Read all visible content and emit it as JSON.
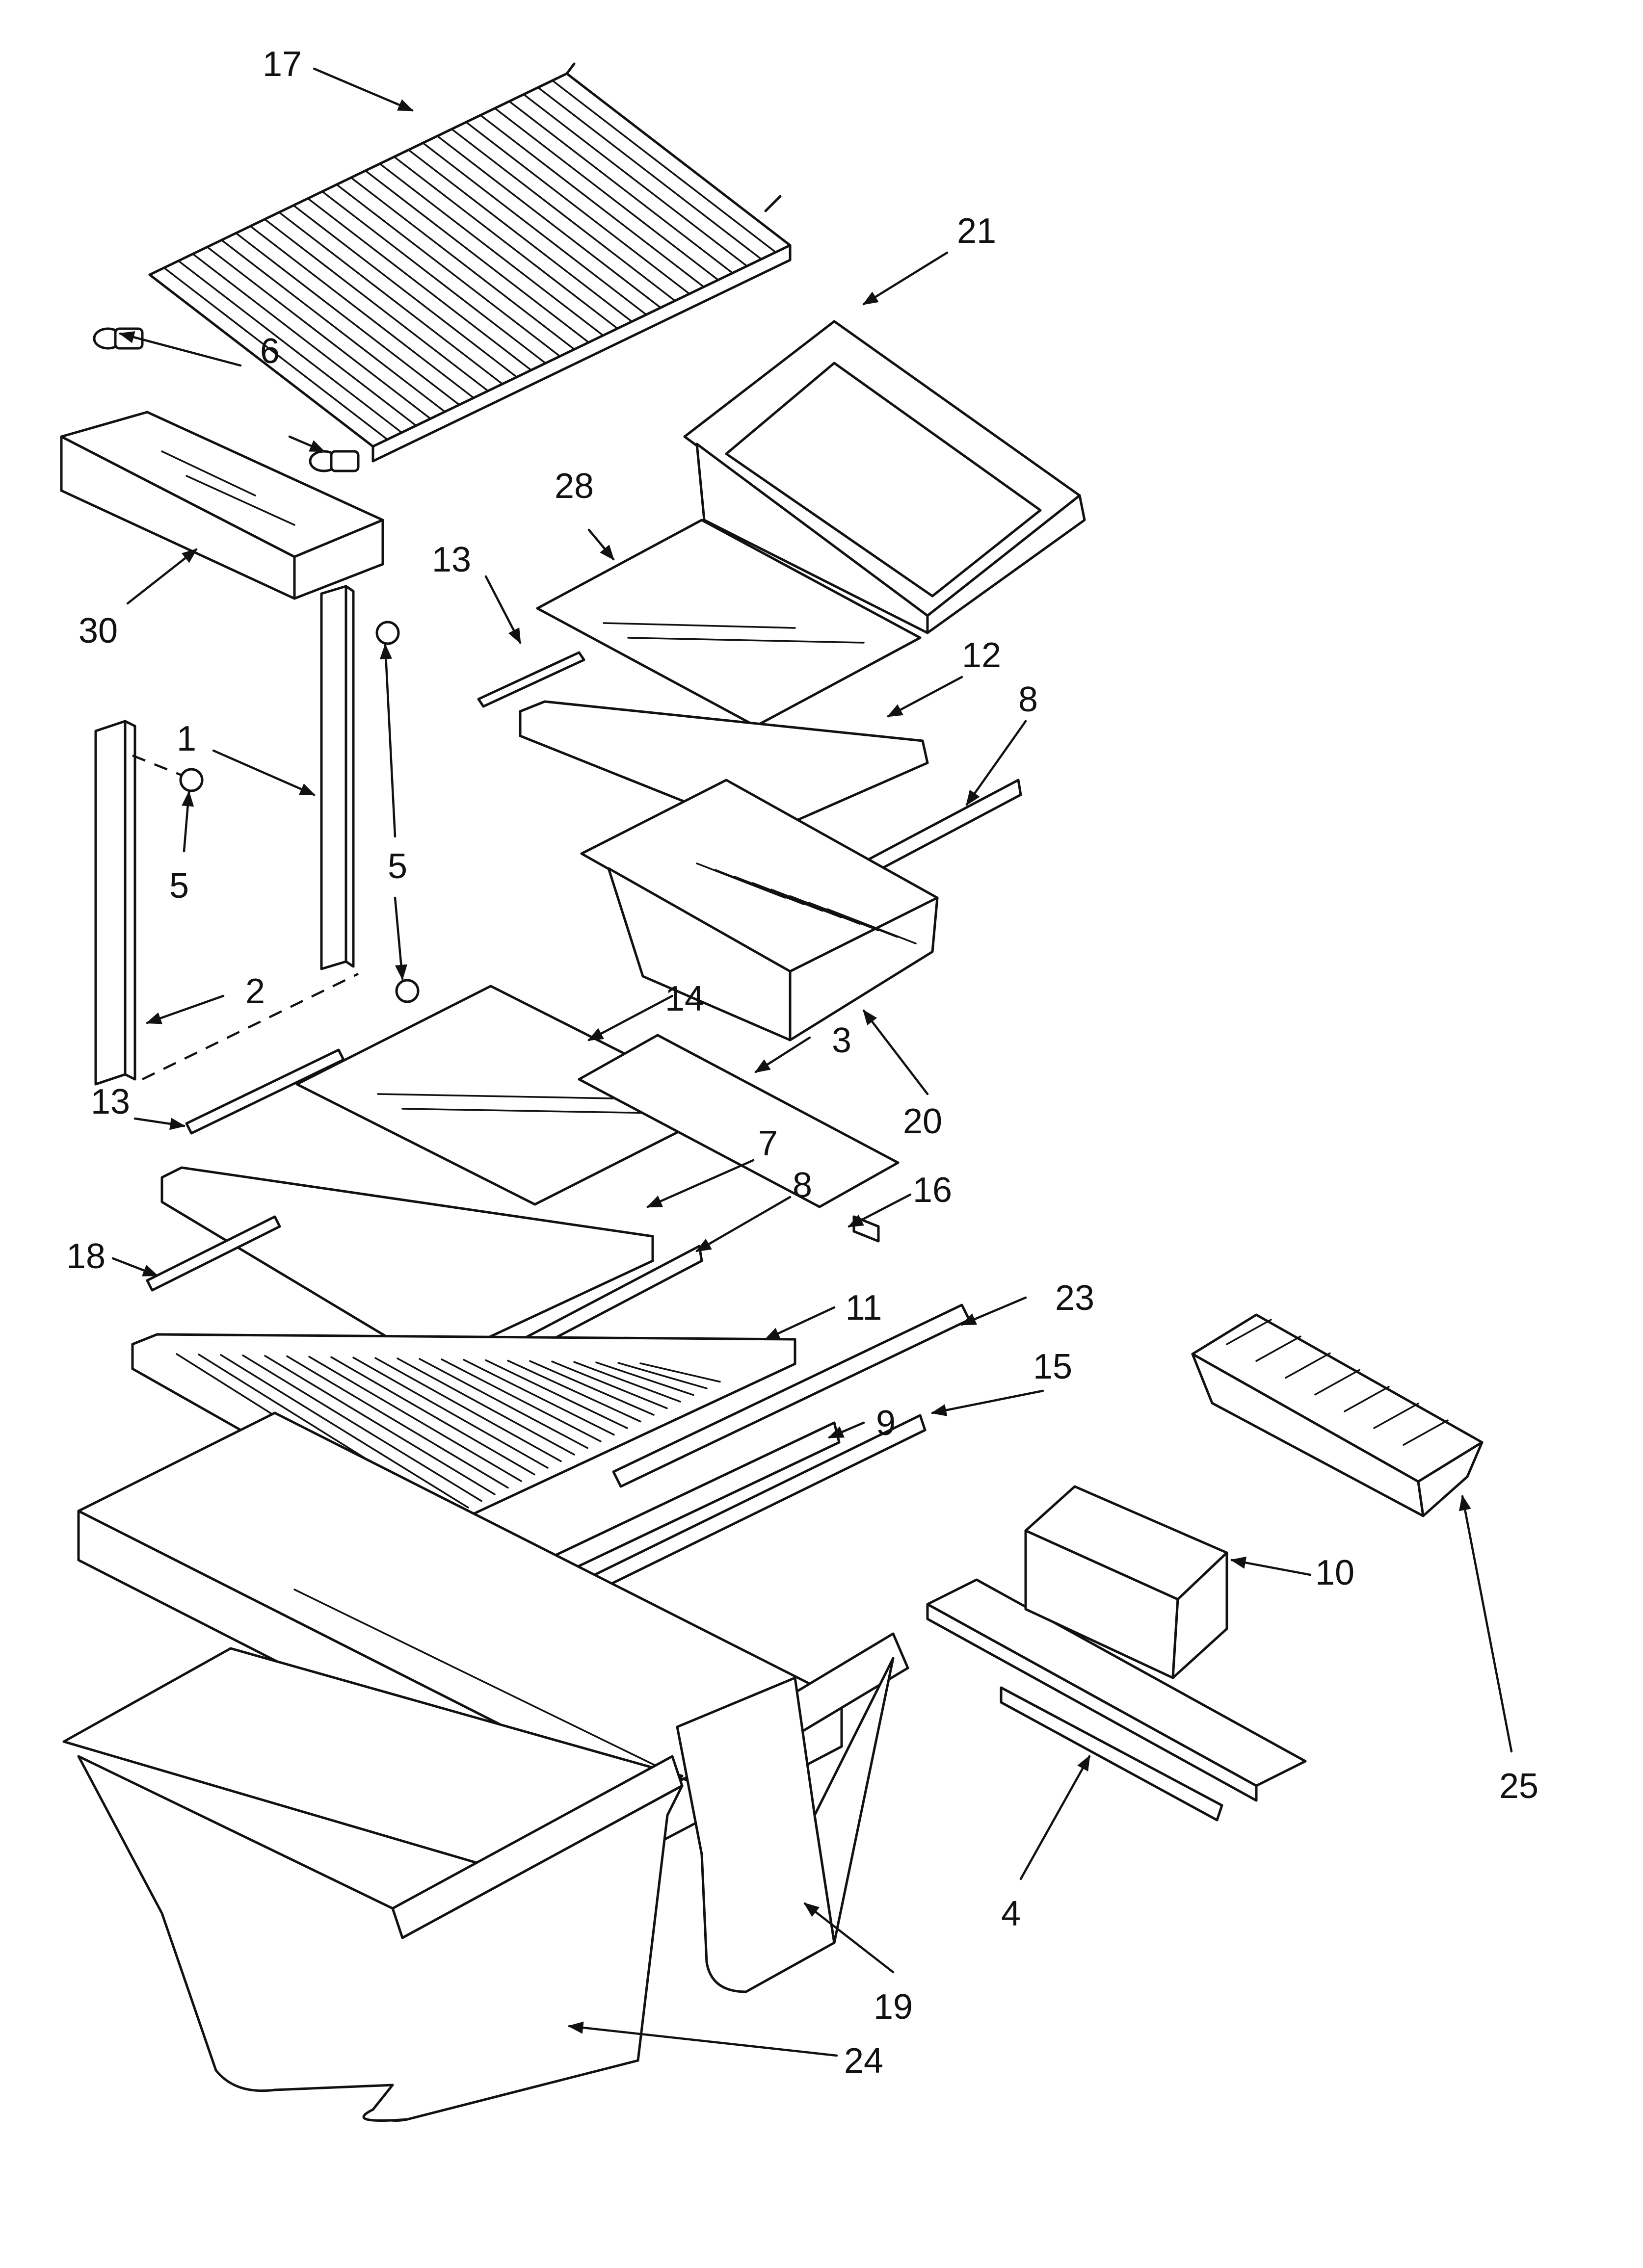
{
  "diagram": {
    "callouts": [
      {
        "id": "17",
        "label": "17"
      },
      {
        "id": "21",
        "label": "21"
      },
      {
        "id": "6",
        "label": "6"
      },
      {
        "id": "28",
        "label": "28"
      },
      {
        "id": "13a",
        "label": "13"
      },
      {
        "id": "30",
        "label": "30"
      },
      {
        "id": "12",
        "label": "12"
      },
      {
        "id": "8a",
        "label": "8"
      },
      {
        "id": "1",
        "label": "1"
      },
      {
        "id": "5a",
        "label": "5"
      },
      {
        "id": "5b",
        "label": "5"
      },
      {
        "id": "2",
        "label": "2"
      },
      {
        "id": "14",
        "label": "14"
      },
      {
        "id": "3",
        "label": "3"
      },
      {
        "id": "20",
        "label": "20"
      },
      {
        "id": "13b",
        "label": "13"
      },
      {
        "id": "7",
        "label": "7"
      },
      {
        "id": "8b",
        "label": "8"
      },
      {
        "id": "16",
        "label": "16"
      },
      {
        "id": "18",
        "label": "18"
      },
      {
        "id": "23",
        "label": "23"
      },
      {
        "id": "11",
        "label": "11"
      },
      {
        "id": "15",
        "label": "15"
      },
      {
        "id": "9",
        "label": "9"
      },
      {
        "id": "10",
        "label": "10"
      },
      {
        "id": "25",
        "label": "25"
      },
      {
        "id": "4",
        "label": "4"
      },
      {
        "id": "19",
        "label": "19"
      },
      {
        "id": "24",
        "label": "24"
      }
    ]
  }
}
